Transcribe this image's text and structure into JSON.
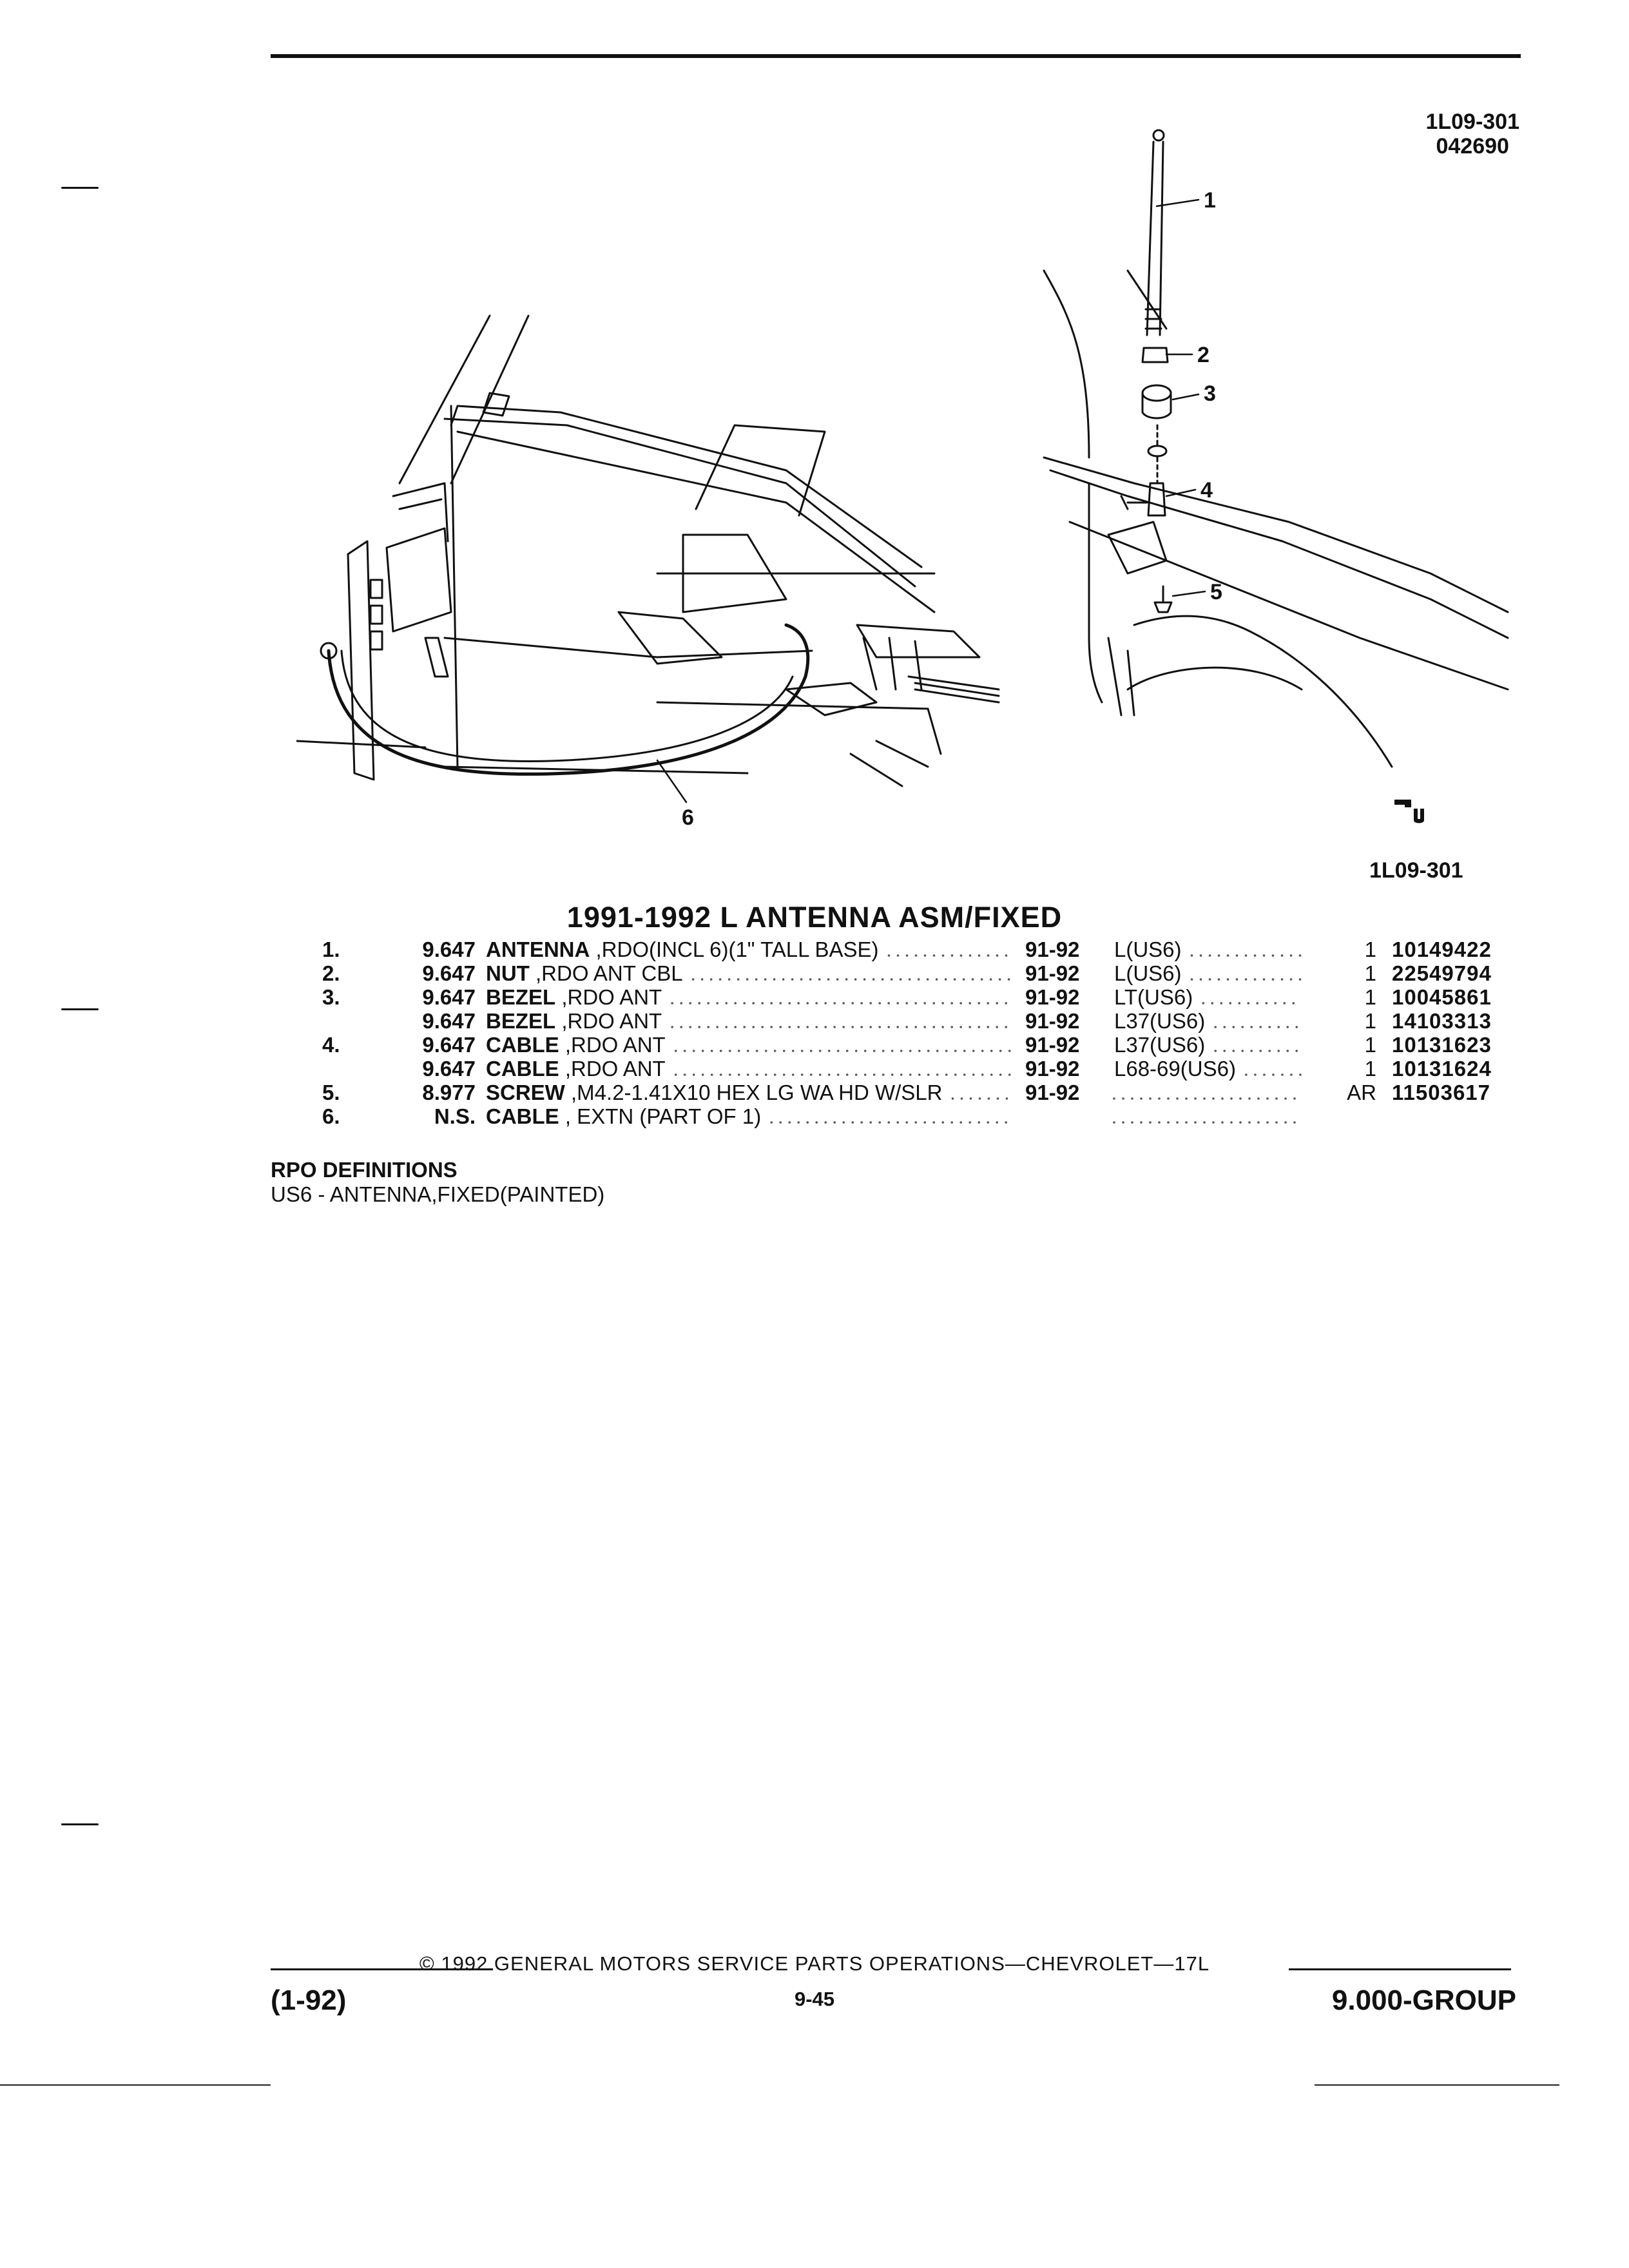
{
  "figure": {
    "id_top_line1": "1L09-301",
    "id_top_line2": "042690",
    "id_bottom": "1L09-301",
    "callouts": [
      "1",
      "2",
      "3",
      "4",
      "5",
      "6"
    ],
    "logo_icon": "chevrolet-logo-icon"
  },
  "section": {
    "title": "1991-1992 L ANTENNA ASM/FIXED"
  },
  "parts": [
    {
      "num": "1.",
      "group": "9.647",
      "name": "ANTENNA",
      "desc": ",RDO(INCL 6)(1\" TALL BASE)",
      "years": "91-92",
      "usage": "L(US6)",
      "qty": "1",
      "part_no": "10149422"
    },
    {
      "num": "2.",
      "group": "9.647",
      "name": "NUT",
      "desc": ",RDO ANT CBL",
      "years": "91-92",
      "usage": "L(US6)",
      "qty": "1",
      "part_no": "22549794"
    },
    {
      "num": "3.",
      "group": "9.647",
      "name": "BEZEL",
      "desc": ",RDO ANT",
      "years": "91-92",
      "usage": "LT(US6)",
      "qty": "1",
      "part_no": "10045861"
    },
    {
      "num": "",
      "group": "9.647",
      "name": "BEZEL",
      "desc": ",RDO ANT",
      "years": "91-92",
      "usage": "L37(US6)",
      "qty": "1",
      "part_no": "14103313"
    },
    {
      "num": "4.",
      "group": "9.647",
      "name": "CABLE",
      "desc": ",RDO ANT",
      "years": "91-92",
      "usage": "L37(US6)",
      "qty": "1",
      "part_no": "10131623"
    },
    {
      "num": "",
      "group": "9.647",
      "name": "CABLE",
      "desc": ",RDO ANT",
      "years": "91-92",
      "usage": "L68-69(US6)",
      "qty": "1",
      "part_no": "10131624"
    },
    {
      "num": "5.",
      "group": "8.977",
      "name": "SCREW",
      "desc": ",M4.2-1.41X10 HEX LG WA HD W/SLR",
      "years": "91-92",
      "usage": "",
      "qty": "AR",
      "part_no": "11503617"
    },
    {
      "num": "6.",
      "group": "N.S.",
      "name": "CABLE",
      "desc": ", EXTN (PART OF 1)",
      "years": "",
      "usage": "",
      "qty": "",
      "part_no": ""
    }
  ],
  "rpo": {
    "heading": "RPO DEFINITIONS",
    "definition": "US6 - ANTENNA,FIXED(PAINTED)"
  },
  "footer": {
    "copyright": "© 1992 GENERAL MOTORS SERVICE PARTS OPERATIONS—CHEVROLET—17L",
    "page": "9-45",
    "date": "(1-92)",
    "group": "9.000-GROUP"
  }
}
